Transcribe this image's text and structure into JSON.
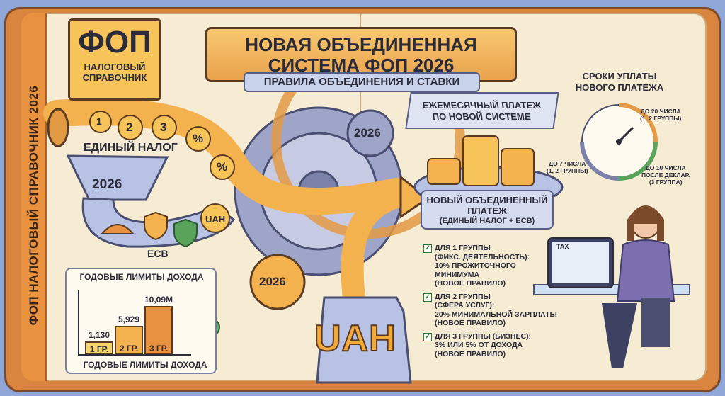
{
  "spine_title": "ФОП НАЛОГОВЫЙ СПРАВОЧНИК 2026",
  "badge": {
    "big": "ФОП",
    "small_line1": "НАЛОГОВЫЙ",
    "small_line2": "СПРАВОЧНИК"
  },
  "title": {
    "line1": "НОВАЯ ОБЪЕДИНЕННАЯ",
    "line2": "СИСТЕМА ФОП 2026"
  },
  "subtitle": "ПРАВИЛА ОБЪЕДИНЕНИЯ И СТАВКИ",
  "deadlines": {
    "heading_line1": "СРОКИ УПЛАТЫ",
    "heading_line2": "НОВОГО ПЛАТЕЖА",
    "d1_line1": "ДО 20 ЧИСЛА",
    "d1_line2": "(1, 2 ГРУППЫ)",
    "d2_line1": "ДО 7 ЧИСЛА",
    "d2_line2": "(1, 2 ГРУППЫ)",
    "d3_line1": "ДО 10 ЧИСЛА",
    "d3_line2": "ПОСЛЕ ДЕКЛАР.",
    "d3_line3": "(3 ГРУППА)"
  },
  "monthly": {
    "line1": "ЕЖЕМЕСЯЧНЫЙ ПЛАТЕЖ",
    "line2": "ПО НОВОЙ СИСТЕМЕ"
  },
  "funnel": {
    "n1": "1",
    "n2": "2",
    "n3": "3",
    "label": "ЕДИНЫЙ НАЛОГ",
    "year": "2026",
    "percent": "%",
    "esv": "ЕСВ",
    "uah": "UAH"
  },
  "gears": {
    "top": "2026",
    "bottom": "2026"
  },
  "new_payment": {
    "line1": "НОВЫЙ ОБЪЕДИНЕННЫЙ",
    "line2": "ПЛАТЕЖ",
    "line3": "(ЕДИНЫЙ НАЛОГ + ЕСВ)"
  },
  "rules": [
    {
      "l1": "ДЛЯ 1 ГРУППЫ",
      "l2": "(ФИКС. ДЕЯТЕЛЬНОСТЬ):",
      "l3": "10% ПРОЖИТОЧНОГО МИНИМУМА",
      "l4": "(НОВОЕ ПРАВИЛО)"
    },
    {
      "l1": "ДЛЯ 2 ГРУППЫ",
      "l2": "(СФЕРА УСЛУГ):",
      "l3": "20% МИНИМАЛЬНОЙ ЗАРПЛАТЫ",
      "l4": "(НОВОЕ ПРАВИЛО)"
    },
    {
      "l1": "ДЛЯ 3 ГРУППЫ (БИЗНЕС):",
      "l2": "3% ИЛИ 5% ОТ ДОХОДА",
      "l3": "(НОВОЕ ПРАВИЛО)",
      "l4": ""
    }
  ],
  "uah_big": "UAH",
  "laptop_label": "TAX",
  "colors": {
    "accent": "#f1a93a",
    "check": "#2e7d32",
    "bar1": "#f7d36b",
    "bar2": "#f3b24e",
    "bar3": "#e8913f"
  },
  "chart_data": {
    "type": "bar",
    "title": "ГОДОВЫЕ ЛИМИТЫ ДОХОДА",
    "xlabel": "ГОДОВЫЕ ЛИМИТЫ ДОХОДА",
    "ylabel": "",
    "categories": [
      "1 ГР.",
      "2 ГР.",
      "3 ГР."
    ],
    "values": [
      1.13,
      5.929,
      10.09
    ],
    "value_labels": [
      "1,130",
      "5,929",
      "10,09М"
    ],
    "ylim": [
      0,
      11
    ],
    "grid": false
  }
}
